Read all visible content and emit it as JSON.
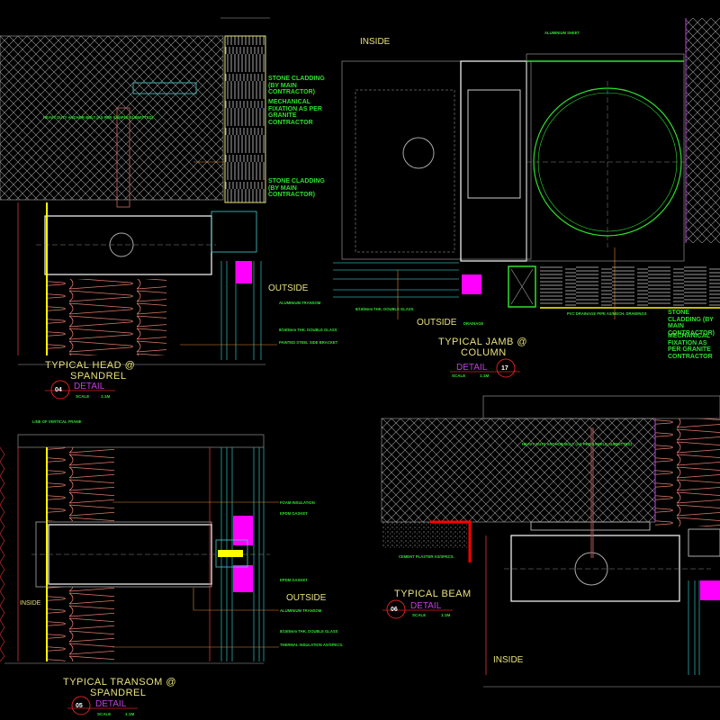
{
  "details": [
    {
      "id": "head",
      "title": "TYPICAL HEAD @",
      "subtitle": "SPANDREL",
      "number": "04",
      "detail_label": "DETAIL",
      "scale_label": "SCALE",
      "scale": "1:1M"
    },
    {
      "id": "jamb",
      "title": "TYPICAL JAMB @",
      "subtitle": "COLUMN",
      "number": "17",
      "detail_label": "DETAIL",
      "scale_label": "SCALE",
      "scale": "1:1M"
    },
    {
      "id": "transom",
      "title": "TYPICAL TRANSOM @",
      "subtitle": "SPANDREL",
      "number": "05",
      "detail_label": "DETAIL",
      "scale_label": "SCALE",
      "scale": "1:1M"
    },
    {
      "id": "beam",
      "title": "TYPICAL BEAM",
      "subtitle": "",
      "number": "06",
      "detail_label": "DETAIL",
      "scale_label": "SCALE",
      "scale": "1:1M"
    }
  ],
  "labels": {
    "inside": "INSIDE",
    "outside": "OUTSIDE"
  },
  "callouts": {
    "stone_cladding": "STONE CLADDING (BY MAIN CONTRACTOR)",
    "mech_fixation": "MECHANICAL FIXATION AS PER GRANITE CONTRACTOR",
    "heavy_duty": "HEAVY DUTY ANCHOR BOLT (AS PER SAMPLE SUBMITTED)",
    "alu_transom": "ALUMINIUM TRANSOM",
    "double_glass": "8/15/8mm THK. DOUBLE GLASS",
    "thermal": "THERMAL INSULATION AS/SPECS.",
    "foam": "FOAM INSULATION",
    "epdm": "EPDM GASKET",
    "alu_sheet": "ALUMINIUM SHEET",
    "pvc_pipe": "PVC DRAINAGE PIPE AS/MECH. DRAWINGS",
    "cement": "CEMENT PLASTER AS/SPECS.",
    "painted_steel": "PAINTED STEEL SIDE BRACKET",
    "drainage": "DRAINAGE",
    "line_of_frame": "LINE OF VERTICAL FRAME"
  },
  "colors": {
    "background": "#000000",
    "hatch": "#9a9a9a",
    "insulation": "#e07a6a",
    "glass": "#2aa9a9",
    "frame": "#ffffff",
    "text": "#e8e27a",
    "detail": "#c040e0",
    "callout": "#2fe02f",
    "gasket": "#ff00ff",
    "leader": "#e08a30"
  }
}
